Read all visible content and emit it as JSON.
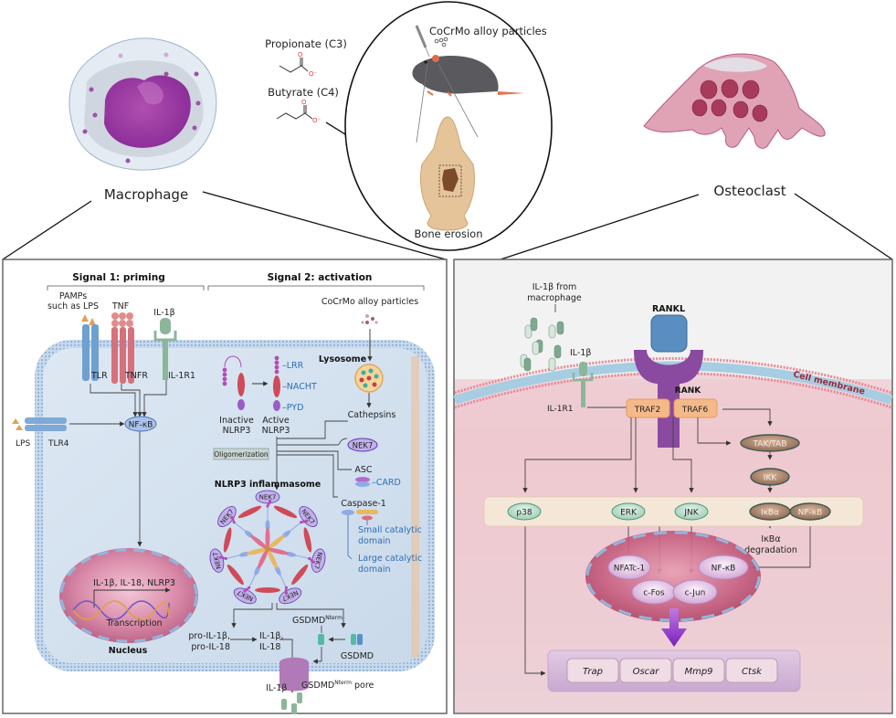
{
  "top": {
    "macrophage_label": "Macrophage",
    "osteoclast_label": "Osteoclast",
    "propionate_label": "Propionate (C3)",
    "butyrate_label": "Butyrate (C4)",
    "carboxylate_o": "O",
    "carboxylate_ominus": "O⁻",
    "mouse_particles_label": "CoCrMo alloy particles",
    "bone_erosion_label": "Bone erosion"
  },
  "left_panel": {
    "signal1_title": "Signal 1: priming",
    "signal2_title": "Signal 2: activation",
    "pamps_line1": "PAMPs",
    "pamps_line2": "such as LPS",
    "tnf": "TNF",
    "il1b": "IL-1β",
    "tlr": "TLR",
    "tnfr": "TNFR",
    "il1r1": "IL-1R1",
    "lps": "LPS",
    "tlr4": "TLR4",
    "nfkb": "NF-κB",
    "particles": "CoCrMo alloy particles",
    "lysosome": "Lysosome",
    "lrr": "LRR",
    "nacht": "NACHT",
    "pyd": "PYD",
    "inactive_line1": "Inactive",
    "inactive_line2": "NLRP3",
    "active_line1": "Active",
    "active_line2": "NLRP3",
    "cathepsins": "Cathepsins",
    "nek7": "NEK7",
    "oligomerization": "Oligomerization",
    "asc": "ASC",
    "card": "CARD",
    "inflammasome": "NLRP3 inflammasome",
    "caspase1": "Caspase-1",
    "small_domain_line1": "Small catalytic",
    "small_domain_line2": "domain",
    "large_domain_line1": "Large catalytic",
    "large_domain_line2": "domain",
    "transcription_genes": "IL-1β, IL-18, NLRP3",
    "transcription": "Transcription",
    "nucleus": "Nucleus",
    "pro_il1b": "pro-IL-1β,",
    "pro_il18": "pro-IL-18",
    "il1b_mature": "IL-1β,",
    "il18_mature": "IL-18",
    "gsdmd_nterm_base": "GSDMD",
    "gsdmd_nterm_sup": "Nterm",
    "gsdmd": "GSDMD",
    "pore_suffix": "pore",
    "il1b_out": "IL-1β"
  },
  "right_panel": {
    "il1b_from_line1": "IL-1β from",
    "il1b_from_line2": "macrophage",
    "il1b": "IL-1β",
    "rankl": "RANKL",
    "rank": "RANK",
    "cell_membrane": "Cell membrane",
    "il1r1": "IL-1R1",
    "traf2": "TRAF2",
    "traf6": "TRAF6",
    "tak_tab": "TAK/TAB",
    "ikk": "IKK",
    "p38": "p38",
    "erk": "ERK",
    "jnk": "JNK",
    "ikba": "IκBα",
    "nfkb_cyto": "NF-κB",
    "ikba_deg_line1": "IκBα",
    "ikba_deg_line2": "degradation",
    "nfatc1": "NFATc-1",
    "nfkb_nuc": "NF-κB",
    "cfos": "c-Fos",
    "cjun": "c-Jun",
    "genes": [
      "Trap",
      "Oscar",
      "Mmp9",
      "Ctsk"
    ]
  },
  "colors": {
    "nucleus_purple": "#9c3aa0",
    "osteoclast_pink": "#d98aa0",
    "membrane_blue": "#8fb3d9",
    "lysosome_orange": "#f2c27a",
    "green_receptor": "#7fa98f",
    "traf_orange": "#f4b988",
    "text_blue": "#2f6fb5",
    "arrow_purple": "#8b2fc9"
  }
}
